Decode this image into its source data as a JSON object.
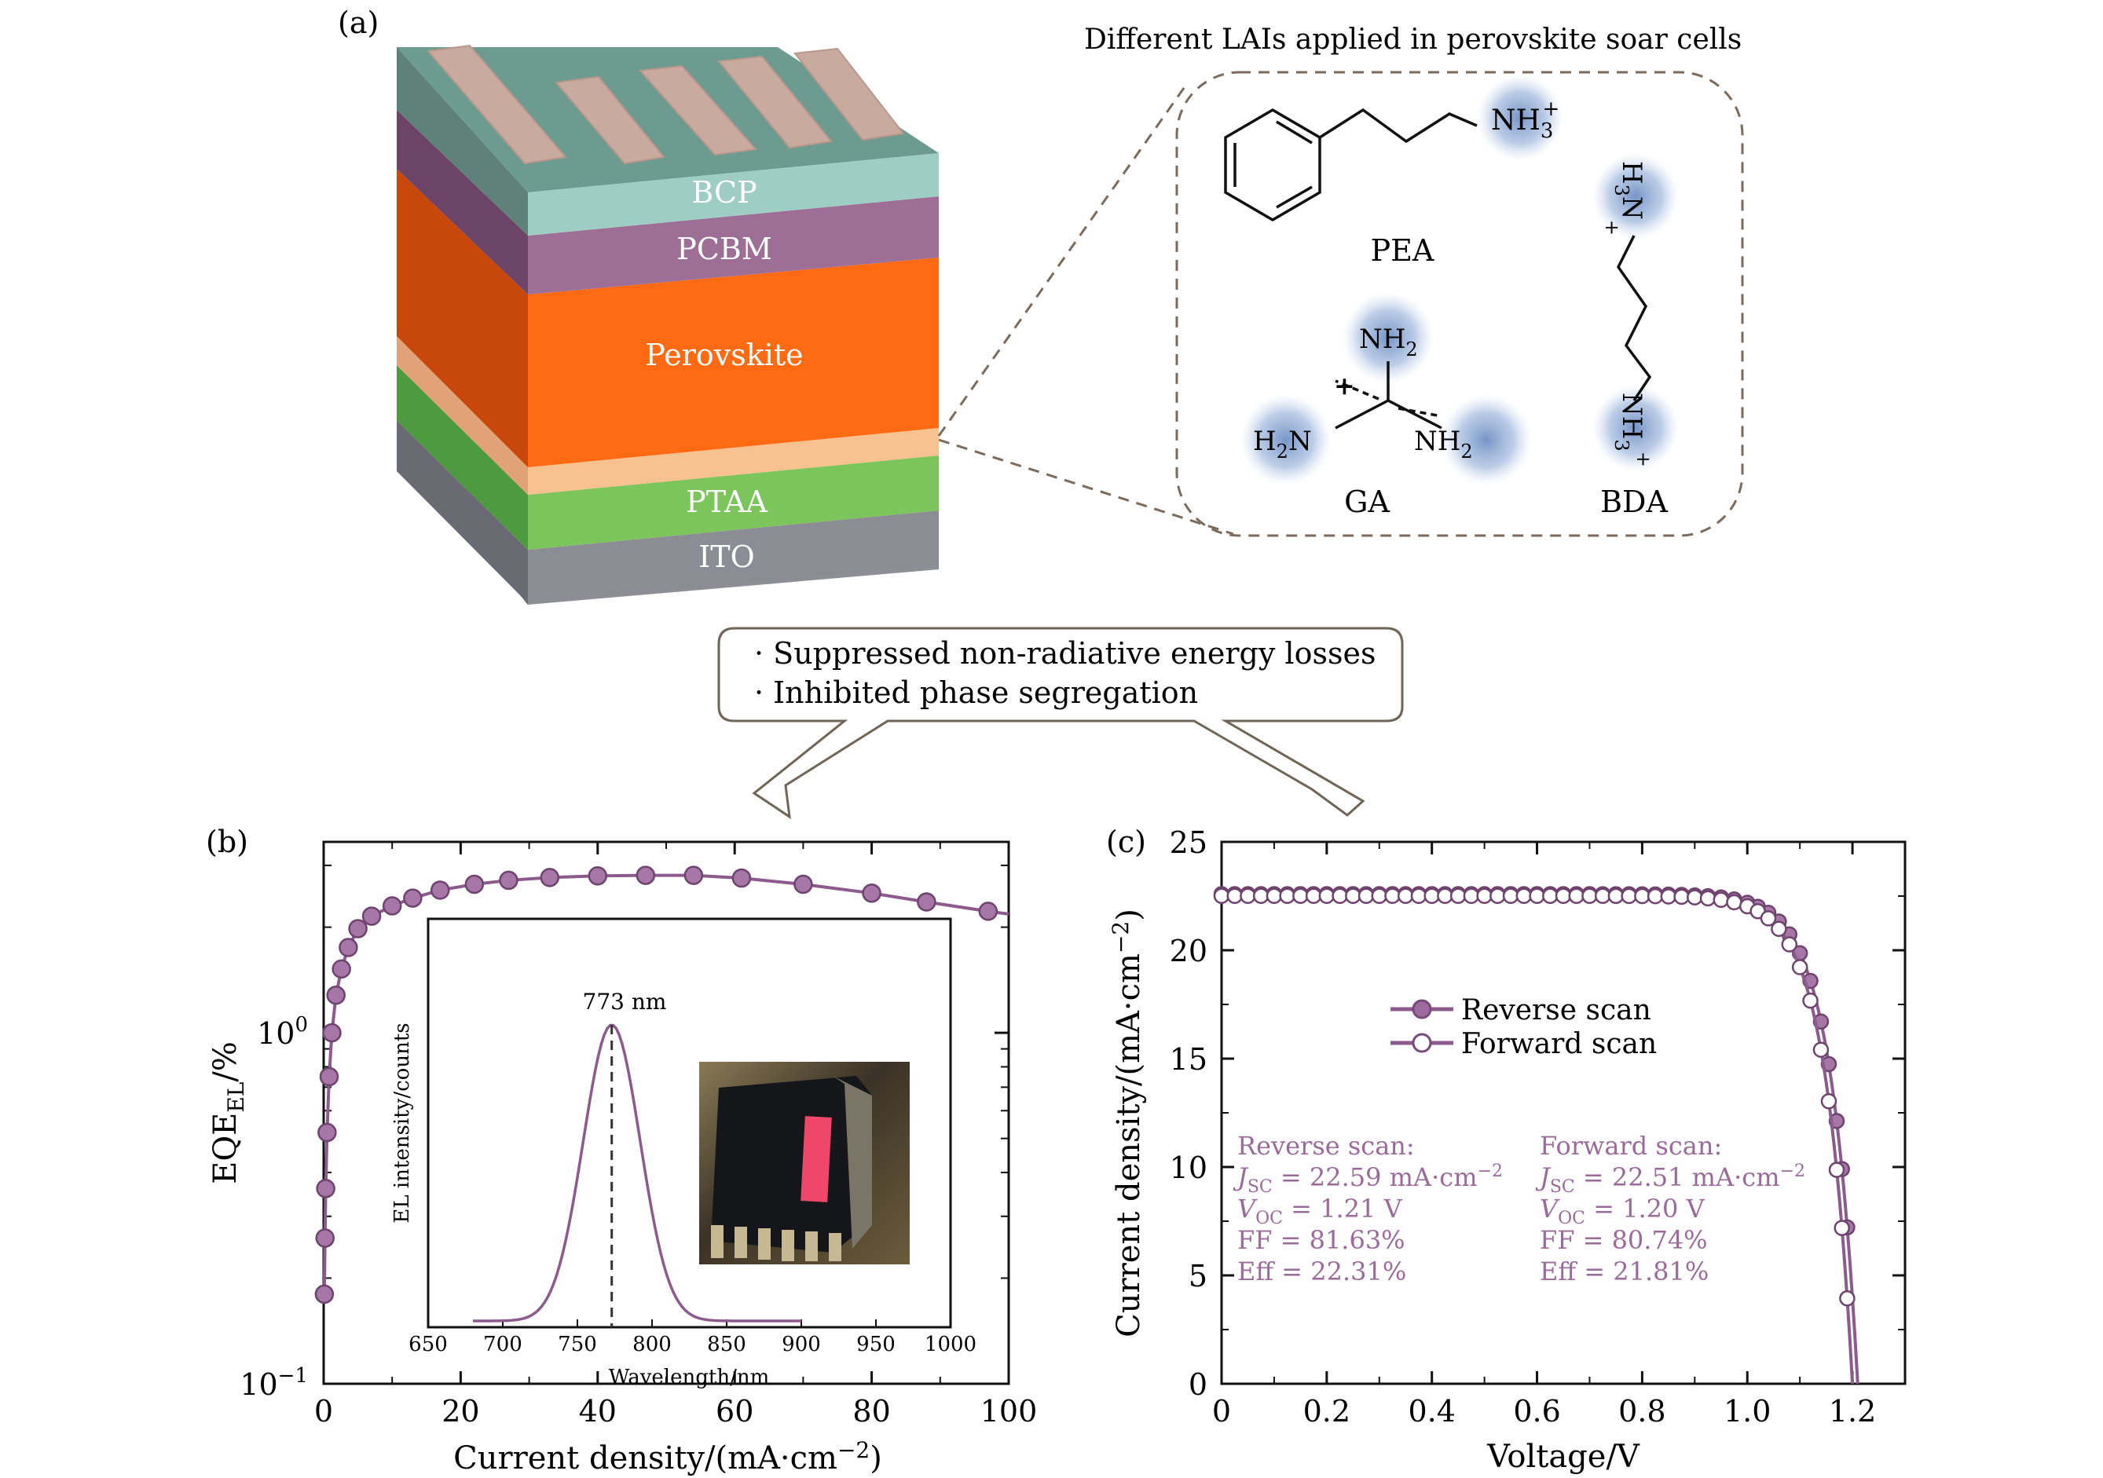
{
  "panel_a": {
    "label": "(a)",
    "layers": [
      "BCP",
      "PCBM",
      "Perovskite",
      "PTAA",
      "ITO"
    ],
    "molecules_title": "Different LAIs applied in perovskite soar cells",
    "molecules": {
      "pea": {
        "name": "PEA",
        "group": "NH",
        "sub": "3",
        "sup": "+"
      },
      "ga": {
        "name": "GA",
        "top": "NH",
        "top_sub": "2",
        "left": "H",
        "left_sub": "2",
        "left_tail": "N",
        "right": "NH",
        "right_sub": "2",
        "charge": "+"
      },
      "bda": {
        "name": "BDA",
        "group_top": "H",
        "group_top_sub": "3",
        "group_top_tail": "N",
        "group_top_sup": "+",
        "group_bot": "NH",
        "group_bot_sub": "3",
        "group_bot_sup": "+"
      }
    }
  },
  "callout": {
    "bullet_1": "· Suppressed non-radiative energy losses",
    "bullet_2": "· Inhibited phase segregation"
  },
  "chart_data": [
    {
      "panel": "(b)",
      "type": "line",
      "xlabel": "Current density/(mA·cm",
      "xlabel_sup": "−2",
      "xlabel_close": ")",
      "ylabel": "EQE",
      "ylabel_sub": "EL",
      "ylabel_tail": "/%",
      "xlim": [
        0,
        100
      ],
      "ylim": [
        0.1,
        3.5
      ],
      "yscale": "log",
      "xticks": [
        "0",
        "20",
        "40",
        "60",
        "80",
        "100"
      ],
      "yticks": [
        {
          "base": "10",
          "exp": "0"
        },
        {
          "base": "10",
          "exp": "−1"
        }
      ],
      "series": [
        {
          "x": [
            0.1,
            0.2,
            0.3,
            0.5,
            0.8,
            1.2,
            1.8,
            2.6,
            3.6,
            5,
            7,
            10,
            13,
            17,
            22,
            27,
            33,
            40,
            47,
            54,
            61,
            70,
            80,
            88,
            97
          ],
          "y": [
            0.18,
            0.26,
            0.36,
            0.52,
            0.75,
            1.0,
            1.28,
            1.52,
            1.75,
            1.98,
            2.15,
            2.3,
            2.42,
            2.55,
            2.65,
            2.72,
            2.77,
            2.8,
            2.81,
            2.81,
            2.76,
            2.65,
            2.5,
            2.36,
            2.22
          ],
          "color": "#8c5a8c"
        }
      ],
      "inset": {
        "type": "line",
        "xlabel": "Wavelength/nm",
        "ylabel": "EL intensity/counts",
        "xlim": [
          650,
          1000
        ],
        "xticks": [
          "650",
          "700",
          "750",
          "800",
          "850",
          "900",
          "950",
          "1000"
        ],
        "peak_label": "773 nm",
        "peak_x": 773,
        "fwhm_nm": 45
      }
    },
    {
      "panel": "(c)",
      "type": "line",
      "xlabel": "Voltage/V",
      "ylabel": "Current density/(mA·cm",
      "ylabel_sup": "−2",
      "ylabel_close": ")",
      "xlim": [
        0,
        1.3
      ],
      "ylim": [
        0,
        25
      ],
      "xticks": [
        "0",
        "0.2",
        "0.4",
        "0.6",
        "0.8",
        "1.0",
        "1.2"
      ],
      "yticks": [
        "0",
        "5",
        "10",
        "15",
        "20",
        "25"
      ],
      "legend_position": "center-right",
      "series": [
        {
          "name": "Reverse scan",
          "marker": "filled",
          "jsc": 22.59,
          "voc": 1.21,
          "color": "#8c5a8c"
        },
        {
          "name": "Forward scan",
          "marker": "open",
          "jsc": 22.51,
          "voc": 1.2,
          "color": "#8c5a8c"
        }
      ],
      "annotations": {
        "reverse": {
          "title": "Reverse scan:",
          "jsc": "J",
          "jsc_sub": "SC",
          "jsc_val": " = 22.59 mA·cm",
          "jsc_sup": "−2",
          "voc": "V",
          "voc_sub": "OC",
          "voc_val": " = 1.21 V",
          "ff": "FF = 81.63%",
          "eff": "Eff = 22.31%"
        },
        "forward": {
          "title": "Forward scan:",
          "jsc": "J",
          "jsc_sub": "SC",
          "jsc_val": " = 22.51 mA·cm",
          "jsc_sup": "−2",
          "voc": "V",
          "voc_sub": "OC",
          "voc_val": " = 1.20 V",
          "ff": "FF = 80.74%",
          "eff": "Eff = 21.81%"
        }
      }
    }
  ]
}
